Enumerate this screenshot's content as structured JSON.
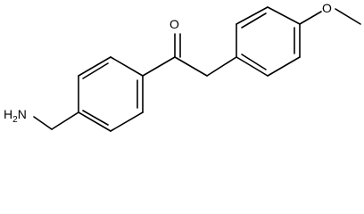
{
  "molecule": {
    "atoms": {
      "carbonyl_oxygen": "O",
      "methoxy_oxygen": "O",
      "amine_main": "H",
      "amine_sub": "2",
      "amine_tail": "N"
    }
  }
}
